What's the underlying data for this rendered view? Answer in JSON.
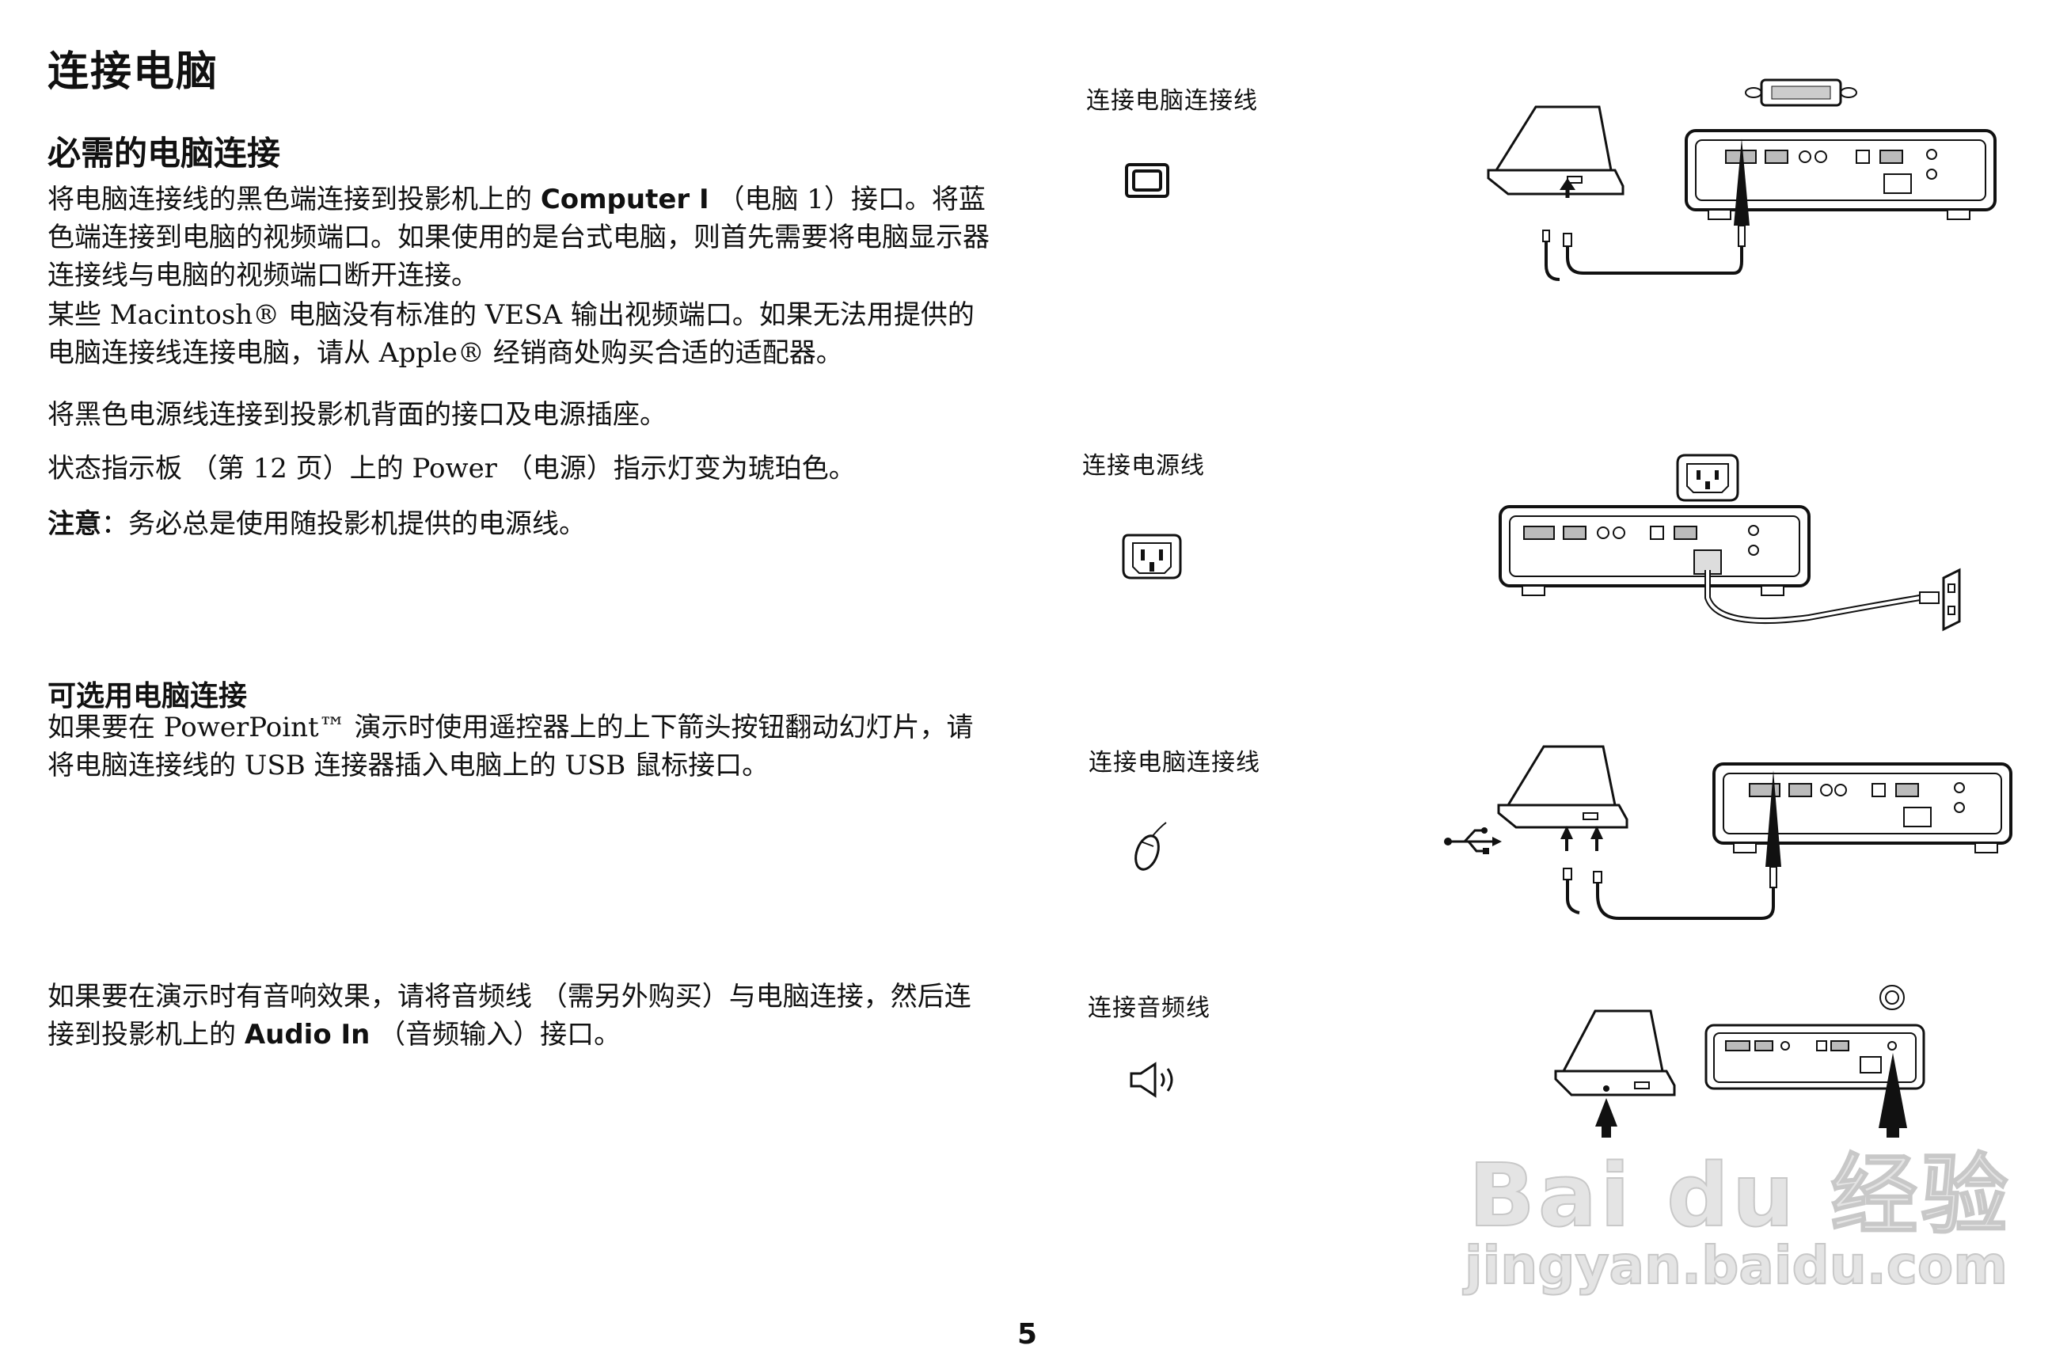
{
  "heading": "连接电脑",
  "section_required": {
    "title": "必需的电脑连接",
    "p1_pre": "将电脑连接线的黑色端连接到投影机上的 ",
    "p1_bold": "Computer I",
    "p1_post": " （电脑 1）接口。将蓝色端连接到电脑的视频端口。如果使用的是台式电脑，则首先需要将电脑显示器连接线与电脑的视频端口断开连接。",
    "p2": "某些 Macintosh® 电脑没有标准的 VESA 输出视频端口。如果无法用提供的电脑连接线连接电脑，请从 Apple® 经销商处购买合适的适配器。",
    "p3": "将黑色电源线连接到投影机背面的接口及电源插座。",
    "p4": "状态指示板 （第 12 页）上的 Power （电源）指示灯变为琥珀色。",
    "note_label": "注意",
    "note_text": "：务必总是使用随投影机提供的电源线。"
  },
  "section_optional": {
    "title": "可选用电脑连接",
    "p1": "如果要在 PowerPoint™ 演示时使用遥控器上的上下箭头按钮翻动幻灯片，请将电脑连接线的 USB 连接器插入电脑上的 USB 鼠标接口。",
    "p2_pre": "如果要在演示时有音响效果，请将音频线 （需另外购买）与电脑连接，然后连接到投影机上的 ",
    "p2_bold": "Audio In",
    "p2_post": " （音频输入）接口。"
  },
  "captions": {
    "computer_cable_1": "连接电脑连接线",
    "power_cord": "连接电源线",
    "computer_cable_2": "连接电脑连接线",
    "audio_cable": "连接音频线"
  },
  "icons": [
    "monitor-port-icon",
    "power-socket-icon",
    "mouse-icon",
    "speaker-icon"
  ],
  "page_number": "5",
  "watermark": {
    "brand": "Bai du 经验",
    "url": "jingyan.baidu.com"
  }
}
